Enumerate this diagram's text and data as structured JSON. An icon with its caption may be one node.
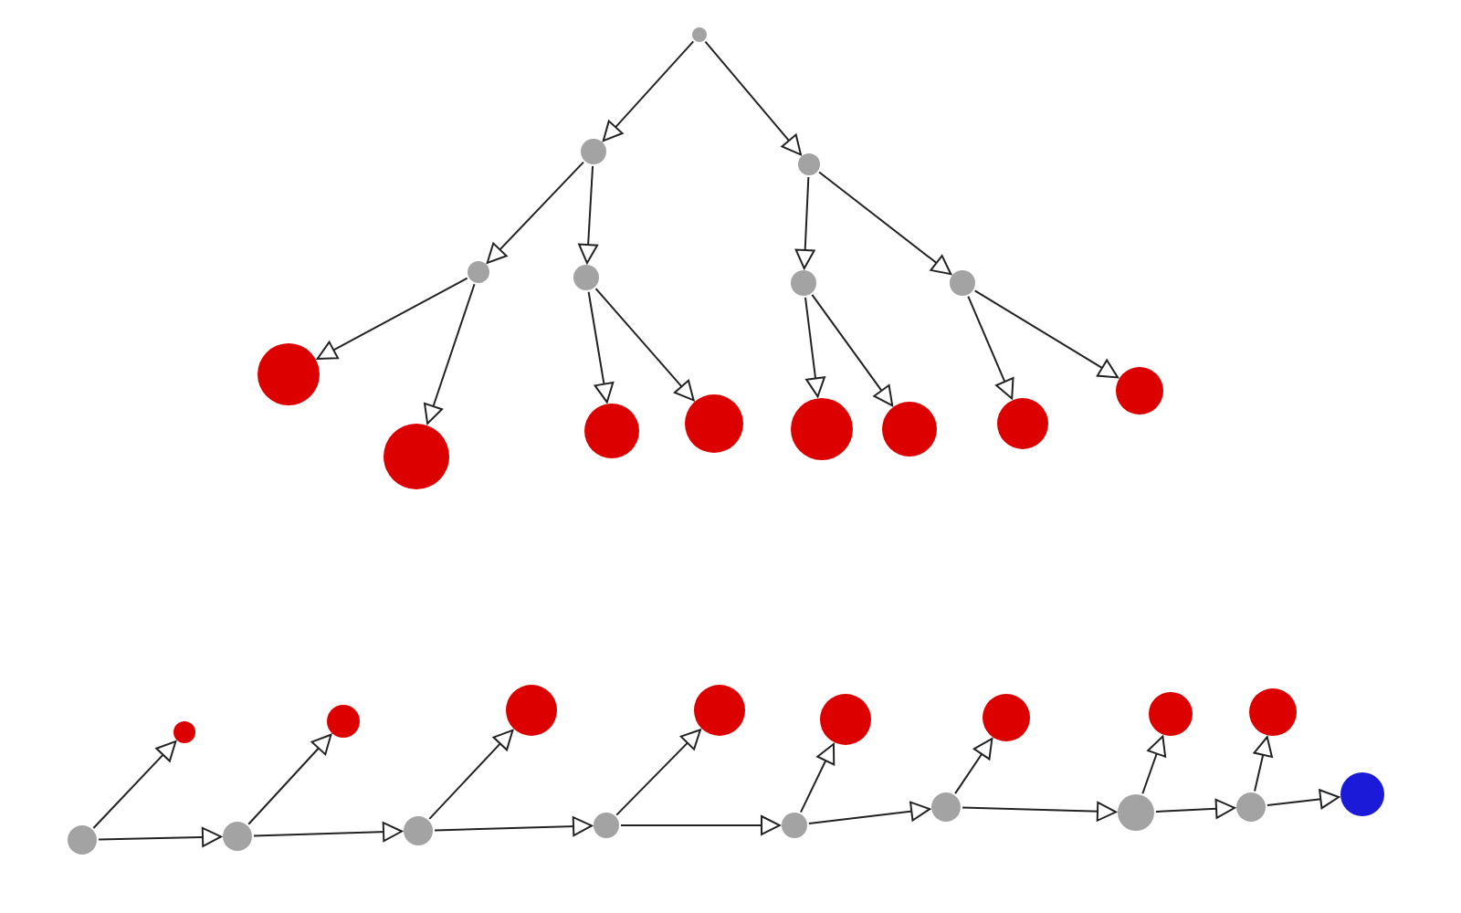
{
  "diagram": {
    "nodes": [
      {
        "text": [],
        "shape": "circle"
      },
      {
        "text": [],
        "shape": "circle"
      },
      {
        "text": [],
        "shape": "circle"
      },
      {
        "text": [],
        "shape": "circle"
      },
      {
        "text": [],
        "shape": "circle"
      },
      {
        "text": [],
        "shape": "circle"
      },
      {
        "text": [],
        "shape": "circle"
      },
      {
        "text": [],
        "shape": "circle"
      },
      {
        "text": [],
        "shape": "circle"
      },
      {
        "text": [],
        "shape": "circle"
      },
      {
        "text": [],
        "shape": "circle"
      },
      {
        "text": [],
        "shape": "circle"
      },
      {
        "text": [],
        "shape": "circle"
      },
      {
        "text": [],
        "shape": "circle"
      },
      {
        "text": [],
        "shape": "circle"
      },
      {
        "text": [],
        "shape": "circle"
      },
      {
        "text": [],
        "shape": "circle"
      },
      {
        "text": [],
        "shape": "circle"
      },
      {
        "text": [],
        "shape": "circle"
      },
      {
        "text": [],
        "shape": "circle"
      },
      {
        "text": [],
        "shape": "circle"
      },
      {
        "text": [],
        "shape": "circle"
      },
      {
        "text": [],
        "shape": "circle"
      },
      {
        "text": [],
        "shape": "circle"
      },
      {
        "text": [],
        "shape": "circle"
      },
      {
        "text": [],
        "shape": "circle"
      },
      {
        "text": [],
        "shape": "circle"
      },
      {
        "text": [],
        "shape": "circle"
      },
      {
        "text": [],
        "shape": "circle"
      },
      {
        "text": [],
        "shape": "circle"
      },
      {
        "text": [],
        "shape": "circle"
      },
      {
        "text": [],
        "shape": "circle"
      }
    ],
    "edges": [
      {
        "from": 0,
        "to": 1,
        "arrow": "to"
      },
      {
        "from": 0,
        "to": 2,
        "arrow": "to"
      },
      {
        "from": 1,
        "to": 3,
        "arrow": "to"
      },
      {
        "from": 1,
        "to": 4,
        "arrow": "to"
      },
      {
        "from": 2,
        "to": 5,
        "arrow": "to"
      },
      {
        "from": 2,
        "to": 6,
        "arrow": "to"
      },
      {
        "from": 3,
        "to": 7,
        "arrow": "to"
      },
      {
        "from": 3,
        "to": 8,
        "arrow": "to"
      },
      {
        "from": 4,
        "to": 9,
        "arrow": "to"
      },
      {
        "from": 4,
        "to": 10,
        "arrow": "to"
      },
      {
        "from": 5,
        "to": 11,
        "arrow": "to"
      },
      {
        "from": 5,
        "to": 12,
        "arrow": "to"
      },
      {
        "from": 6,
        "to": 13,
        "arrow": "to"
      },
      {
        "from": 6,
        "to": 14,
        "arrow": "to"
      },
      {
        "from": 23,
        "to": 15,
        "arrow": "to"
      },
      {
        "from": 23,
        "to": 24,
        "arrow": "to"
      },
      {
        "from": 24,
        "to": 16,
        "arrow": "to"
      },
      {
        "from": 24,
        "to": 25,
        "arrow": "to"
      },
      {
        "from": 25,
        "to": 17,
        "arrow": "to"
      },
      {
        "from": 25,
        "to": 26,
        "arrow": "to"
      },
      {
        "from": 26,
        "to": 18,
        "arrow": "to"
      },
      {
        "from": 26,
        "to": 27,
        "arrow": "to"
      },
      {
        "from": 27,
        "to": 19,
        "arrow": "to"
      },
      {
        "from": 27,
        "to": 28,
        "arrow": "to"
      },
      {
        "from": 28,
        "to": 20,
        "arrow": "to"
      },
      {
        "from": 28,
        "to": 29,
        "arrow": "to"
      },
      {
        "from": 29,
        "to": 21,
        "arrow": "to"
      },
      {
        "from": 29,
        "to": 30,
        "arrow": "to"
      },
      {
        "from": 30,
        "to": 22,
        "arrow": "to"
      },
      {
        "from": 30,
        "to": 31,
        "arrow": "to"
      }
    ]
  }
}
